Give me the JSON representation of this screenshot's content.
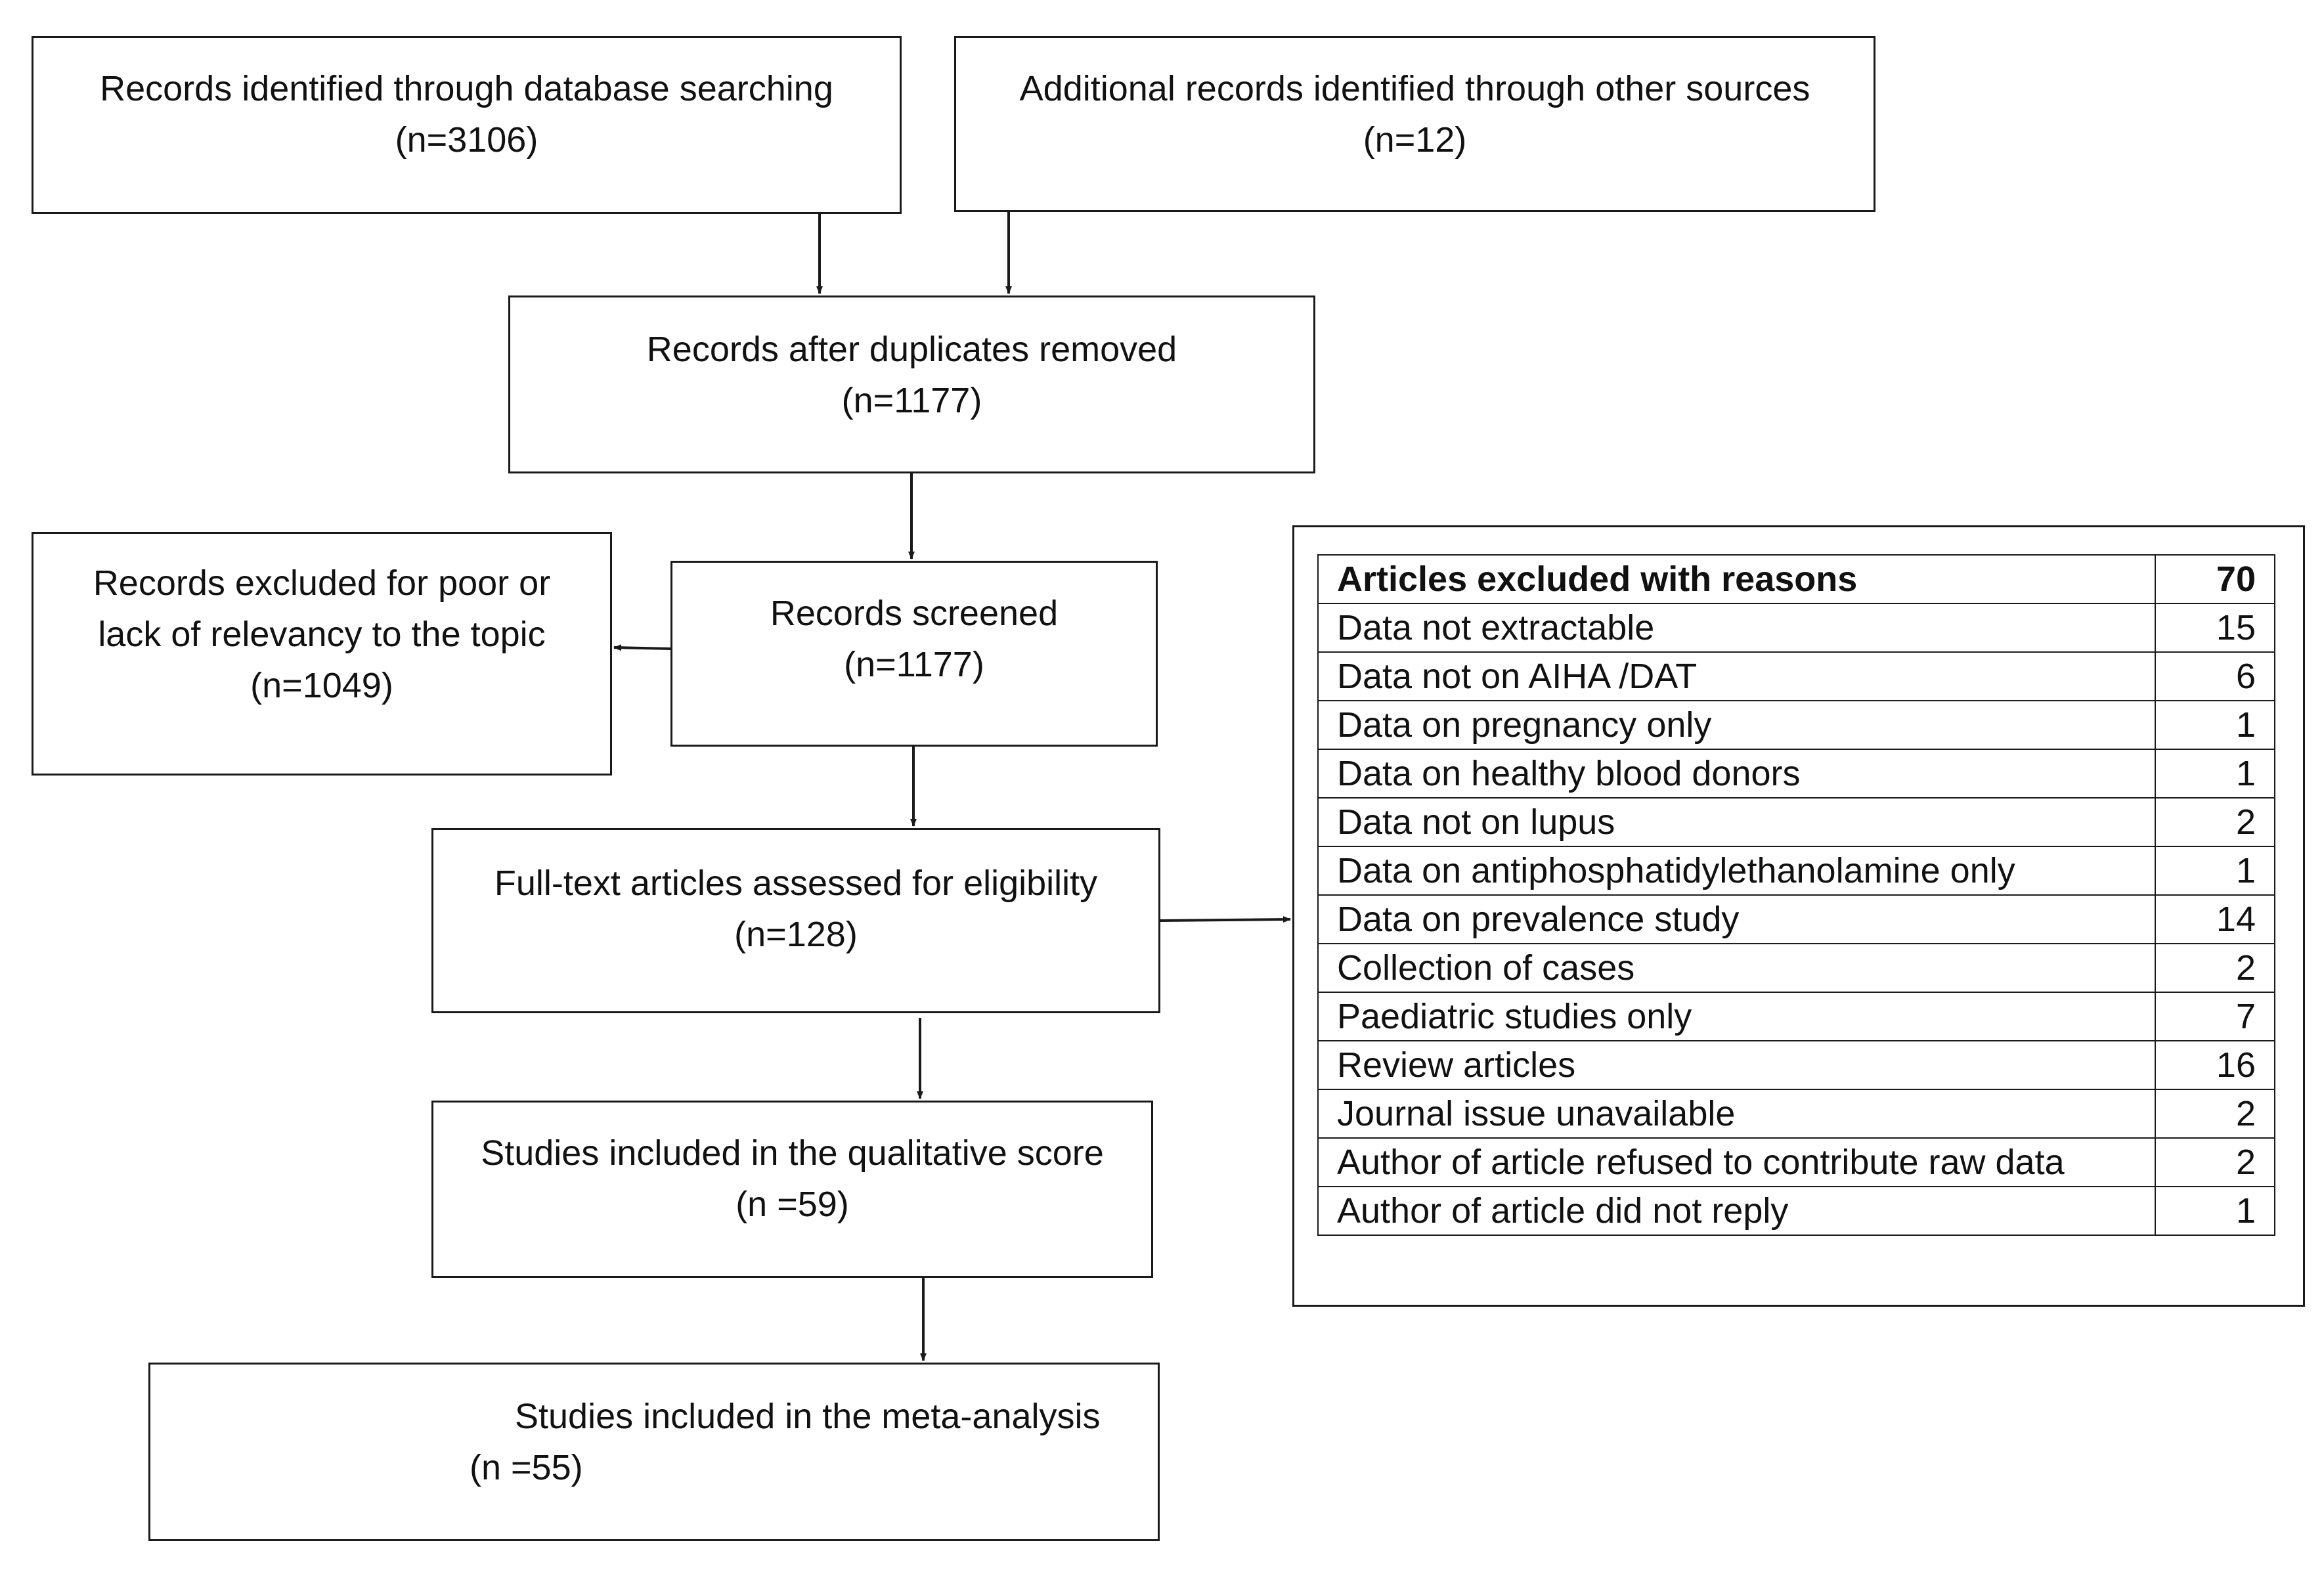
{
  "identification": {
    "database": {
      "line1": "Records identified through database searching",
      "line2": "(n=3106)"
    },
    "other": {
      "line1": "Additional records identified through other sources",
      "line2": "(n=12)"
    }
  },
  "duplicates": {
    "line1": "Records after duplicates removed",
    "line2": "(n=1177)"
  },
  "screened": {
    "line1": "Records screened",
    "line2": "(n=1177)"
  },
  "excluded_records": {
    "line1": "Records excluded for poor or",
    "line2": "lack of relevancy to the topic",
    "line3": "(n=1049)"
  },
  "fulltext": {
    "line1": "Full-text articles assessed for eligibility",
    "line2": "(n=128)"
  },
  "qualitative": {
    "line1": "Studies included in the qualitative score",
    "line2": "(n =59)"
  },
  "meta": {
    "line1": "Studies included in the meta-analysis",
    "line2": "(n =55)"
  },
  "exclusions": {
    "header": {
      "label": "Articles excluded with reasons",
      "count": "70"
    },
    "rows": [
      {
        "label": "Data not extractable",
        "count": "15"
      },
      {
        "label": "Data not on AIHA /DAT",
        "count": "6"
      },
      {
        "label": "Data on pregnancy only",
        "count": "1"
      },
      {
        "label": "Data on healthy blood donors",
        "count": "1"
      },
      {
        "label": "Data not on lupus",
        "count": "2"
      },
      {
        "label": "Data on antiphosphatidylethanolamine only",
        "count": "1"
      },
      {
        "label": "Data on prevalence study",
        "count": "14"
      },
      {
        "label": "Collection of cases",
        "count": "2"
      },
      {
        "label": "Paediatric studies only",
        "count": "7"
      },
      {
        "label": "Review articles",
        "count": "16"
      },
      {
        "label": "Journal issue unavailable",
        "count": "2"
      },
      {
        "label": "Author of article refused to contribute raw data",
        "count": "2"
      },
      {
        "label": "Author of article did not reply",
        "count": "1"
      }
    ]
  }
}
